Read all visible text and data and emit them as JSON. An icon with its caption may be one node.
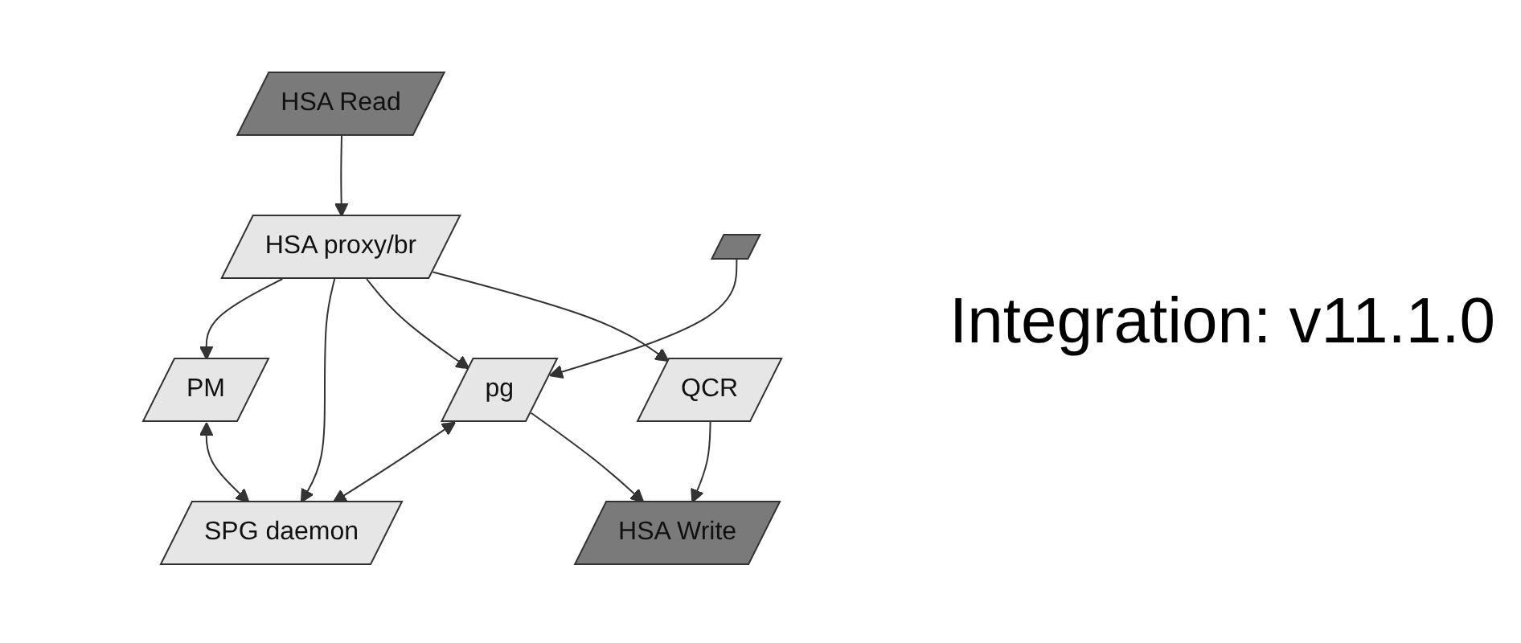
{
  "diagram": {
    "title": "Integration: v11.1.0",
    "nodes": [
      {
        "text": [
          "HSA Write"
        ]
      },
      {
        "text": [
          "HSA Read"
        ]
      },
      {
        "text": [
          "HSA proxy/br"
        ]
      },
      {
        "text": [
          "QCR"
        ]
      },
      {
        "text": [
          "pg"
        ]
      },
      {
        "text": [
          "PM"
        ]
      },
      {
        "text": [
          "SPG daemon"
        ]
      },
      {
        "text": [],
        "shape": "box"
      }
    ],
    "edges": [
      {
        "from": 4,
        "to": 0,
        "arrow": "to"
      },
      {
        "from": 1,
        "to": 2,
        "arrow": "to"
      },
      {
        "from": 2,
        "to": 3,
        "arrow": "to"
      },
      {
        "from": 3,
        "to": 0,
        "arrow": "to"
      },
      {
        "from": 2,
        "to": 4,
        "arrow": "to"
      },
      {
        "from": 2,
        "to": 6,
        "arrow": "to"
      },
      {
        "from": 2,
        "to": 5,
        "arrow": "to"
      },
      {
        "from": 4,
        "to": 6,
        "arrow": "both"
      },
      {
        "from": 5,
        "to": 6,
        "arrow": "both"
      },
      {
        "from": 7,
        "to": 4,
        "arrow": "to"
      }
    ]
  }
}
